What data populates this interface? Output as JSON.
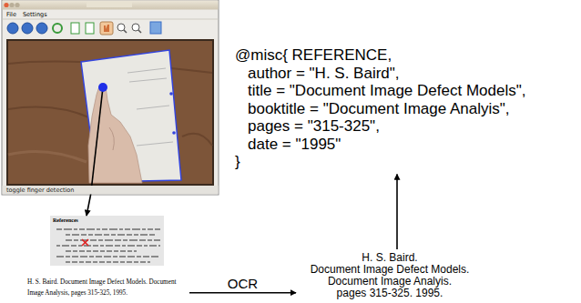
{
  "diagram": {
    "nodes": [
      {
        "text": [
          "File",
          "Settings",
          "toggle finger detection"
        ]
      },
      {
        "text": [
          "@misc{ REFERENCE,",
          "author = \"H. S. Baird\",",
          "title = \"Document Image Defect Models\",",
          "booktitle = \"Document Image Analyis\",",
          "pages = \"315-325\",",
          "date = \"1995\"",
          "}"
        ]
      },
      {
        "text": [
          "References"
        ]
      },
      {
        "text": [
          "H. S. Baird. Document Image Defect Models. Document Image Analysis, pages 315-325, 1995."
        ]
      },
      {
        "text": [
          "H. S. Baird.",
          "Document Image Defect Models.",
          "Document Image Analyis.",
          "pages 315-325. 1995."
        ]
      }
    ],
    "edges": [
      {
        "from": 0,
        "to": 2,
        "arrow": "to"
      },
      {
        "from": 3,
        "to": 4,
        "label": "OCR",
        "arrow": "to"
      },
      {
        "from": 4,
        "to": 1,
        "arrow": "to"
      }
    ]
  }
}
